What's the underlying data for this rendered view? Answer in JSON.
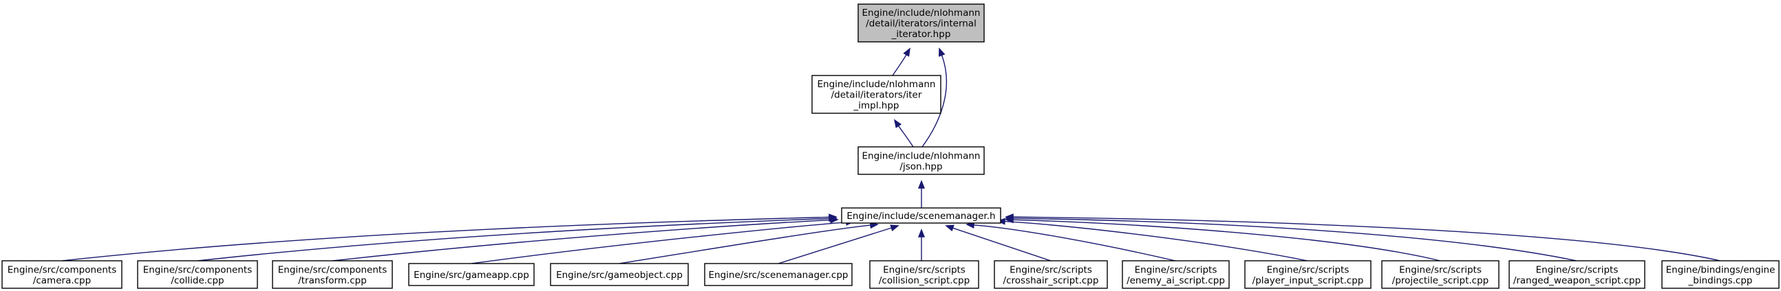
{
  "diagram": {
    "colors": {
      "focus_fill": "#bfbfbf",
      "node_fill": "#ffffff",
      "node_border": "#000000",
      "edge": "#191970"
    },
    "nodes": [
      {
        "id": "internal-iterator",
        "lines": [
          "Engine/include/nlohmann",
          "/detail/iterators/internal",
          "_iterator.hpp"
        ],
        "focus": true
      },
      {
        "id": "iter-impl",
        "lines": [
          "Engine/include/nlohmann",
          "/detail/iterators/iter",
          "_impl.hpp"
        ]
      },
      {
        "id": "json",
        "lines": [
          "Engine/include/nlohmann",
          "/json.hpp"
        ]
      },
      {
        "id": "scenemanager-h",
        "lines": [
          "Engine/include/scenemanager.h"
        ]
      },
      {
        "id": "camera-cpp",
        "lines": [
          "Engine/src/components",
          "/camera.cpp"
        ]
      },
      {
        "id": "collide-cpp",
        "lines": [
          "Engine/src/components",
          "/collide.cpp"
        ]
      },
      {
        "id": "transform-cpp",
        "lines": [
          "Engine/src/components",
          "/transform.cpp"
        ]
      },
      {
        "id": "gameapp-cpp",
        "lines": [
          "Engine/src/gameapp.cpp"
        ]
      },
      {
        "id": "gameobject-cpp",
        "lines": [
          "Engine/src/gameobject.cpp"
        ]
      },
      {
        "id": "scenemanager-cpp",
        "lines": [
          "Engine/src/scenemanager.cpp"
        ]
      },
      {
        "id": "collision-script-cpp",
        "lines": [
          "Engine/src/scripts",
          "/collision_script.cpp"
        ]
      },
      {
        "id": "crosshair-script-cpp",
        "lines": [
          "Engine/src/scripts",
          "/crosshair_script.cpp"
        ]
      },
      {
        "id": "enemy-ai-script-cpp",
        "lines": [
          "Engine/src/scripts",
          "/enemy_ai_script.cpp"
        ]
      },
      {
        "id": "player-input-script-cpp",
        "lines": [
          "Engine/src/scripts",
          "/player_input_script.cpp"
        ]
      },
      {
        "id": "projectile-script-cpp",
        "lines": [
          "Engine/src/scripts",
          "/projectile_script.cpp"
        ]
      },
      {
        "id": "ranged-weapon-script-cpp",
        "lines": [
          "Engine/src/scripts",
          "/ranged_weapon_script.cpp"
        ]
      },
      {
        "id": "engine-bindings-cpp",
        "lines": [
          "Engine/bindings/engine",
          "_bindings.cpp"
        ]
      }
    ],
    "edges": [
      {
        "from": "iter-impl",
        "to": "internal-iterator"
      },
      {
        "from": "json",
        "to": "internal-iterator"
      },
      {
        "from": "json",
        "to": "iter-impl"
      },
      {
        "from": "scenemanager-h",
        "to": "json"
      },
      {
        "from": "camera-cpp",
        "to": "scenemanager-h"
      },
      {
        "from": "collide-cpp",
        "to": "scenemanager-h"
      },
      {
        "from": "transform-cpp",
        "to": "scenemanager-h"
      },
      {
        "from": "gameapp-cpp",
        "to": "scenemanager-h"
      },
      {
        "from": "gameobject-cpp",
        "to": "scenemanager-h"
      },
      {
        "from": "scenemanager-cpp",
        "to": "scenemanager-h"
      },
      {
        "from": "collision-script-cpp",
        "to": "scenemanager-h"
      },
      {
        "from": "crosshair-script-cpp",
        "to": "scenemanager-h"
      },
      {
        "from": "enemy-ai-script-cpp",
        "to": "scenemanager-h"
      },
      {
        "from": "player-input-script-cpp",
        "to": "scenemanager-h"
      },
      {
        "from": "projectile-script-cpp",
        "to": "scenemanager-h"
      },
      {
        "from": "ranged-weapon-script-cpp",
        "to": "scenemanager-h"
      },
      {
        "from": "engine-bindings-cpp",
        "to": "scenemanager-h"
      }
    ]
  }
}
